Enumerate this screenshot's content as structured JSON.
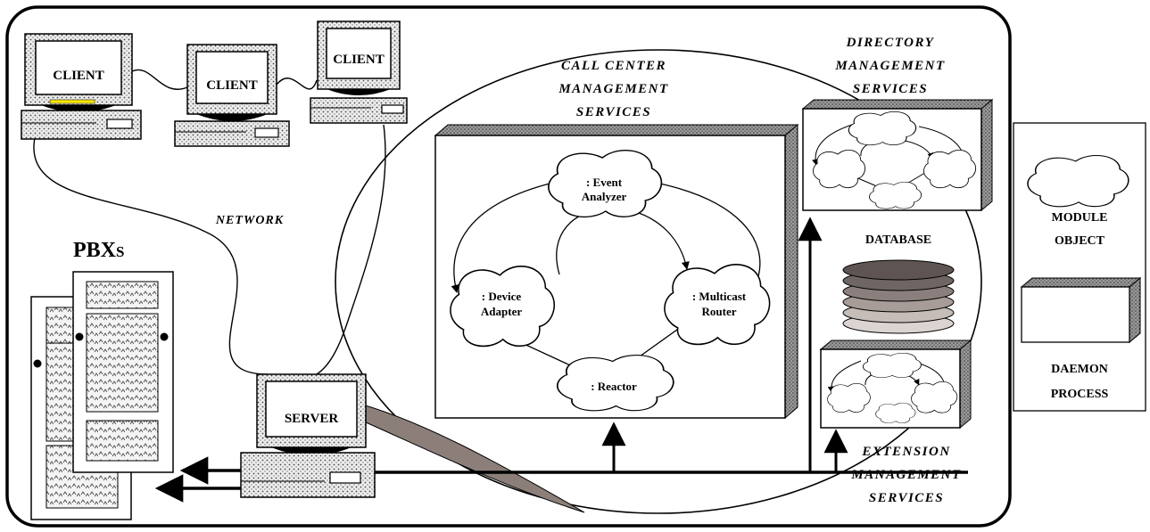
{
  "clients": [
    {
      "label": "CLIENT"
    },
    {
      "label": "CLIENT"
    },
    {
      "label": "CLIENT"
    }
  ],
  "server": {
    "label": "SERVER"
  },
  "network": {
    "label": "NETWORK"
  },
  "pbx": {
    "label_main": "PBX",
    "label_suffix": "S"
  },
  "call_center": {
    "title_lines": [
      "CALL CENTER",
      "MANAGEMENT",
      "SERVICES"
    ],
    "modules": {
      "event_analyzer": [
        ": Event",
        "Analyzer"
      ],
      "device_adapter": [
        ": Device",
        "Adapter"
      ],
      "multicast_router": [
        ": Multicast",
        "Router"
      ],
      "reactor": [
        ": Reactor"
      ]
    }
  },
  "directory": {
    "title_lines": [
      "DIRECTORY",
      "MANAGEMENT",
      "SERVICES"
    ]
  },
  "extension": {
    "title_lines": [
      "EXTENSION",
      "MANAGEMENT",
      "SERVICES"
    ]
  },
  "database": {
    "label": "DATABASE"
  },
  "legend": {
    "module_object": [
      "MODULE",
      "OBJECT"
    ],
    "daemon_process": [
      "DAEMON",
      "PROCESS"
    ]
  }
}
